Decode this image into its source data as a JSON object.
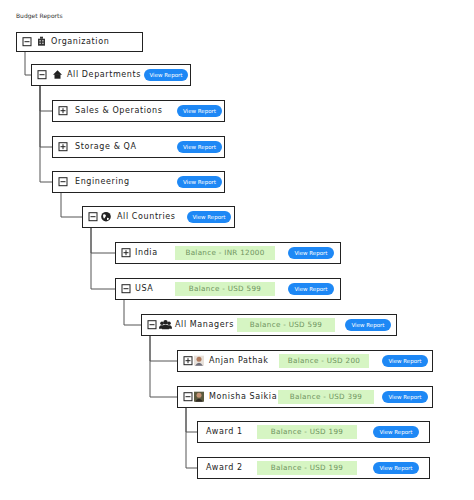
{
  "diagram": {
    "title": "Budget Reports",
    "nodes": [
      {
        "text": [
          "Organization"
        ]
      },
      {
        "text": [
          "All Departments",
          "View Report"
        ]
      },
      {
        "text": [
          "Sales & Operations",
          "View Report"
        ]
      },
      {
        "text": [
          "Storage & QA",
          "View Report"
        ]
      },
      {
        "text": [
          "Engineering",
          "View Report"
        ]
      },
      {
        "text": [
          "All Countries",
          "View Report"
        ]
      },
      {
        "text": [
          "India",
          "Balance - INR 12000",
          "View Report"
        ]
      },
      {
        "text": [
          "USA",
          "Balance - USD 599",
          "View Report"
        ]
      },
      {
        "text": [
          "All Managers",
          "Balance - USD 599",
          "View Report"
        ]
      },
      {
        "text": [
          "Anjan Pathak",
          "Balance - USD 200",
          "View Report"
        ]
      },
      {
        "text": [
          "Monisha Saikia",
          "Balance - USD 399",
          "View Report"
        ]
      },
      {
        "text": [
          "Award 1",
          "Balance - USD 199",
          "View Report"
        ]
      },
      {
        "text": [
          "Award 2",
          "Balance - USD 199",
          "View Report"
        ]
      }
    ],
    "edges": [
      {
        "from": 0,
        "to": 1,
        "arrow": "none"
      },
      {
        "from": 1,
        "to": 2,
        "arrow": "none"
      },
      {
        "from": 1,
        "to": 3,
        "arrow": "none"
      },
      {
        "from": 1,
        "to": 4,
        "arrow": "none"
      },
      {
        "from": 4,
        "to": 5,
        "arrow": "none"
      },
      {
        "from": 5,
        "to": 6,
        "arrow": "none"
      },
      {
        "from": 5,
        "to": 7,
        "arrow": "none"
      },
      {
        "from": 7,
        "to": 8,
        "arrow": "none"
      },
      {
        "from": 8,
        "to": 9,
        "arrow": "none"
      },
      {
        "from": 8,
        "to": 10,
        "arrow": "none"
      },
      {
        "from": 10,
        "to": 11,
        "arrow": "none"
      },
      {
        "from": 10,
        "to": 12,
        "arrow": "none"
      }
    ]
  }
}
